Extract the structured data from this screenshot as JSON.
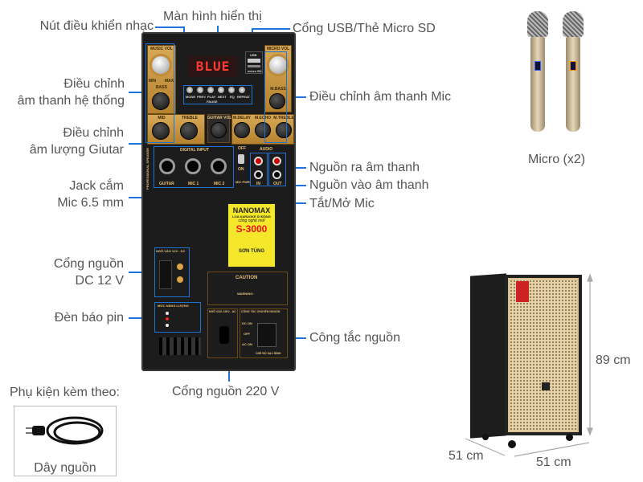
{
  "callouts": {
    "music_control": "Nút điều khiển nhạc",
    "display": "Màn hình hiển thị",
    "usb_sd": "Cổng USB/Thẻ Micro SD",
    "system_sound_1": "Điều chỉnh",
    "system_sound_2": "âm thanh hệ thống",
    "guitar_vol_1": "Điều chỉnh",
    "guitar_vol_2": "âm lượng Giutar",
    "mic_jack_1": "Jack cắm",
    "mic_jack_2": "Mic 6.5 mm",
    "dc_port_1": "Cổng nguồn",
    "dc_port_2": "DC 12 V",
    "battery_led": "Đèn báo pin",
    "mic_sound": "Điều chỉnh âm thanh Mic",
    "audio_out": "Nguồn ra âm thanh",
    "audio_in": "Nguồn vào âm thanh",
    "mic_power": "Tắt/Mở Mic",
    "power_switch": "Công tắc nguồn",
    "ac_port": "Cổng nguồn 220 V"
  },
  "panel": {
    "display_text": "BLUE",
    "music_vol": "MUSIC VOL",
    "micro_vol": "MICRO VOL",
    "min": "MIN",
    "max": "MAX",
    "bass": "BASS",
    "mid": "MID",
    "treble": "TREBLE",
    "guitar_vol": "GUITAR VOL",
    "m_delay": "M.DELAY",
    "m_echo": "M.ECHO",
    "m_treble": "M.TREBLE",
    "m_bass": "M.BASS",
    "usb": "USB",
    "micro_sd": "micro SD",
    "buttons": [
      "MODE",
      "PREV",
      "PLAY",
      "NEXT",
      "EQ",
      "REPEAT"
    ],
    "pause": "PAUSE",
    "digital_input": "DIGITAL INPUT",
    "jacks": [
      "GUITAR",
      "MIC 1",
      "MIC 2"
    ],
    "audio": "AUDIO",
    "in": "IN",
    "out": "OUT",
    "mic_pwr": "MIC PWR",
    "off": "OFF",
    "on": "ON",
    "side_label": "PROFESSIONAL SPEAKER",
    "dc_input": "NGÕ VÀO 12V - DC",
    "battery_title": "MỨC NĂNG LƯỢNG",
    "ac_input": "NGÕ VÀO 220V - AC",
    "switch_title": "CÔNG TẮC CHUYỂN NGUỒN",
    "switch_dc": "DC ON",
    "switch_off": "OFF",
    "switch_ac": "AC ON",
    "charge_mode": "CHẾ ĐỘ SẠC BÌNH",
    "caution": "CAUTION",
    "warning": "WARNING:",
    "brand": "NANOMAX",
    "product_type": "LOA KARAOKE DI ĐỘNG",
    "tech": "công nghệ mới",
    "model": "S-3000",
    "maker": "SƠN TÙNG"
  },
  "accessories": {
    "title": "Phụ kiện kèm theo:",
    "cord": "Dây nguồn"
  },
  "micro": "Micro (x2)",
  "dimensions": {
    "height": "89 cm",
    "depth": "51 cm",
    "width": "51 cm"
  },
  "colors": {
    "callout_line": "#1e73d8",
    "gold": "#c8963f",
    "display_red": "#ff3b30"
  }
}
